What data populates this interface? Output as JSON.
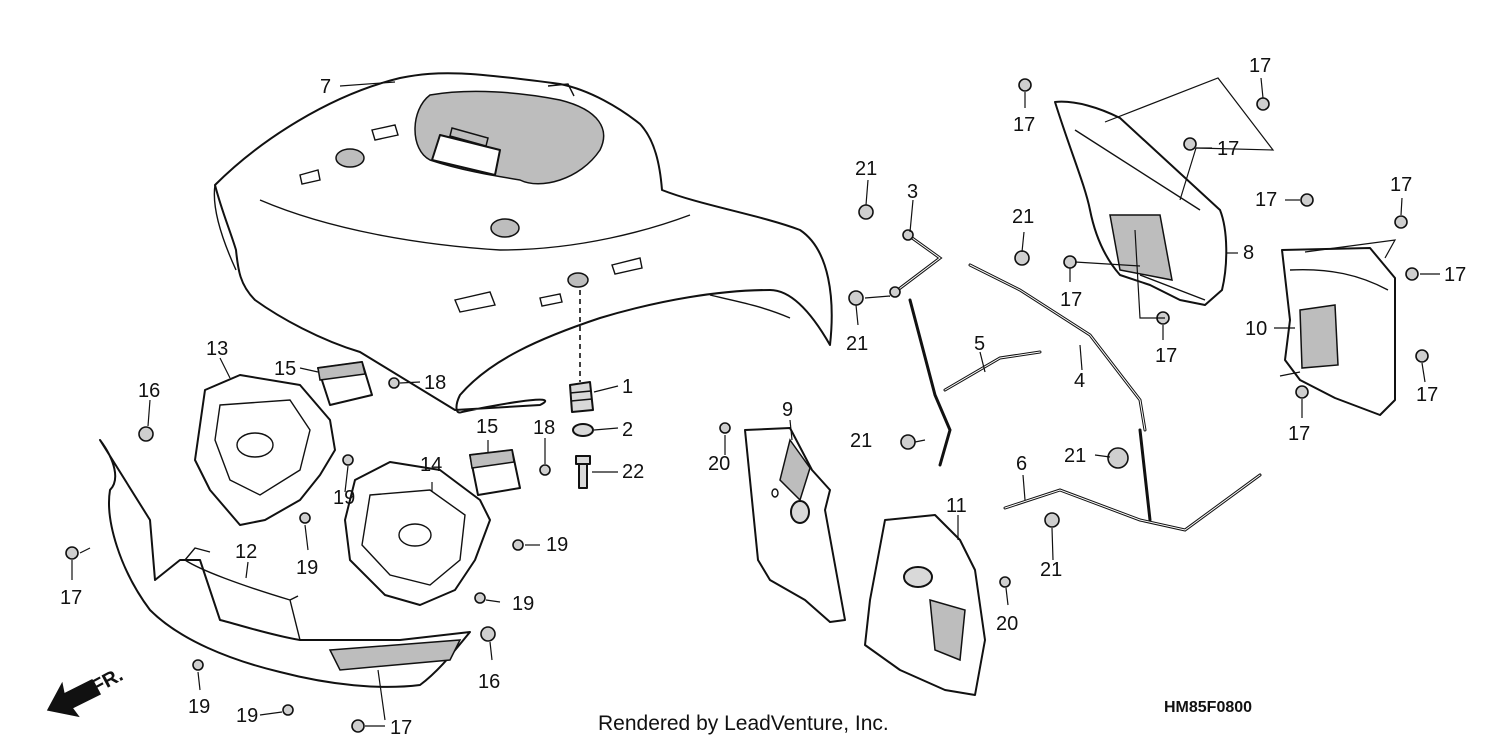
{
  "callouts": {
    "c1": "1",
    "c2": "2",
    "c3": "3",
    "c4": "4",
    "c5": "5",
    "c6": "6",
    "c7": "7",
    "c8": "8",
    "c9": "9",
    "c10": "10",
    "c11": "11",
    "c12": "12",
    "c13": "13",
    "c14": "14",
    "c15": "15",
    "c16": "16",
    "c17": "17",
    "c18": "18",
    "c19": "19",
    "c20": "20",
    "c21": "21",
    "c22": "22"
  },
  "direction_label": "FR.",
  "diagram_code": "HM85F0800",
  "credit": "Rendered by LeadVenture, Inc."
}
